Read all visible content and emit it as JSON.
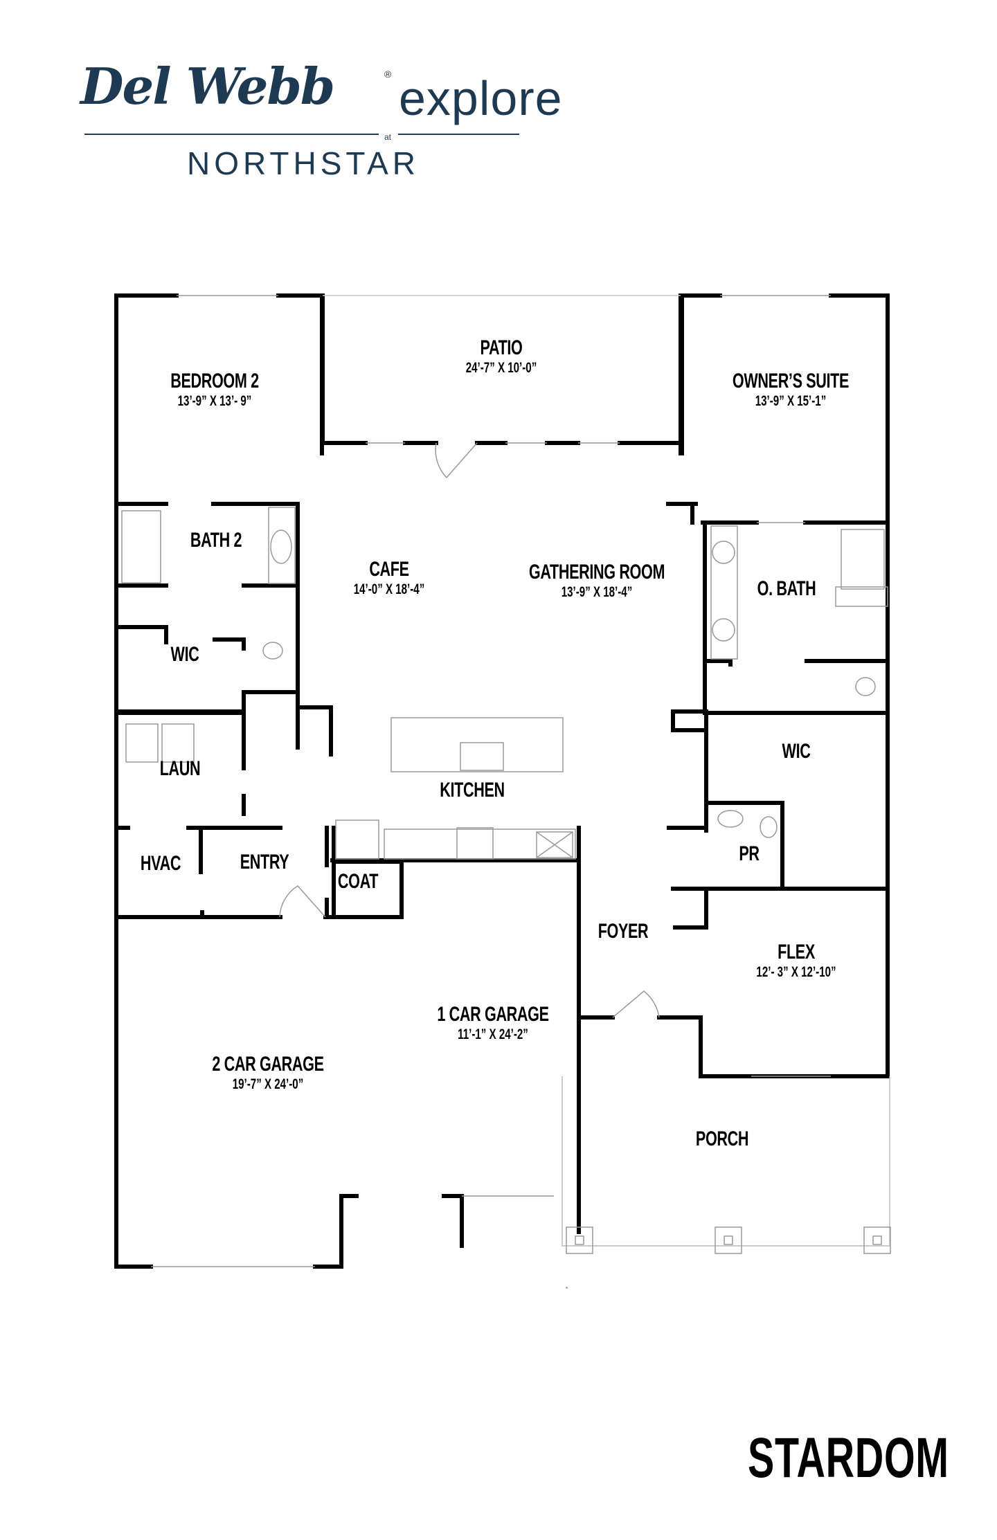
{
  "logo": {
    "brand_script": "Del Webb",
    "registered_mark": "®",
    "brand_word": "explore",
    "connector": "at",
    "community": "NORTHSTAR",
    "color": "#1d3a52"
  },
  "plan_name": "STARDOM",
  "rooms": [
    {
      "name": "BEDROOM 2",
      "dims": "13’-9” X 13’- 9”"
    },
    {
      "name": "PATIO",
      "dims": "24’-7” X 10’-0”"
    },
    {
      "name": "OWNER’S SUITE",
      "dims": "13’-9” X 15’-1”"
    },
    {
      "name": "BATH 2",
      "dims": ""
    },
    {
      "name": "CAFE",
      "dims": "14’-0” X 18’-4”"
    },
    {
      "name": "GATHERING ROOM",
      "dims": "13’-9” X 18’-4”"
    },
    {
      "name": "O. BATH",
      "dims": ""
    },
    {
      "name": "WIC",
      "dims": ""
    },
    {
      "name": "WIC",
      "dims": ""
    },
    {
      "name": "LAUN",
      "dims": ""
    },
    {
      "name": "KITCHEN",
      "dims": ""
    },
    {
      "name": "HVAC",
      "dims": ""
    },
    {
      "name": "ENTRY",
      "dims": ""
    },
    {
      "name": "COAT",
      "dims": ""
    },
    {
      "name": "PR",
      "dims": ""
    },
    {
      "name": "FOYER",
      "dims": ""
    },
    {
      "name": "FLEX",
      "dims": "12’- 3” X 12’-10”"
    },
    {
      "name": "1 CAR GARAGE",
      "dims": "11’-1” X 24’-2”"
    },
    {
      "name": "2 CAR GARAGE",
      "dims": "19’-7” X 24’-0”"
    },
    {
      "name": "PORCH",
      "dims": ""
    }
  ]
}
